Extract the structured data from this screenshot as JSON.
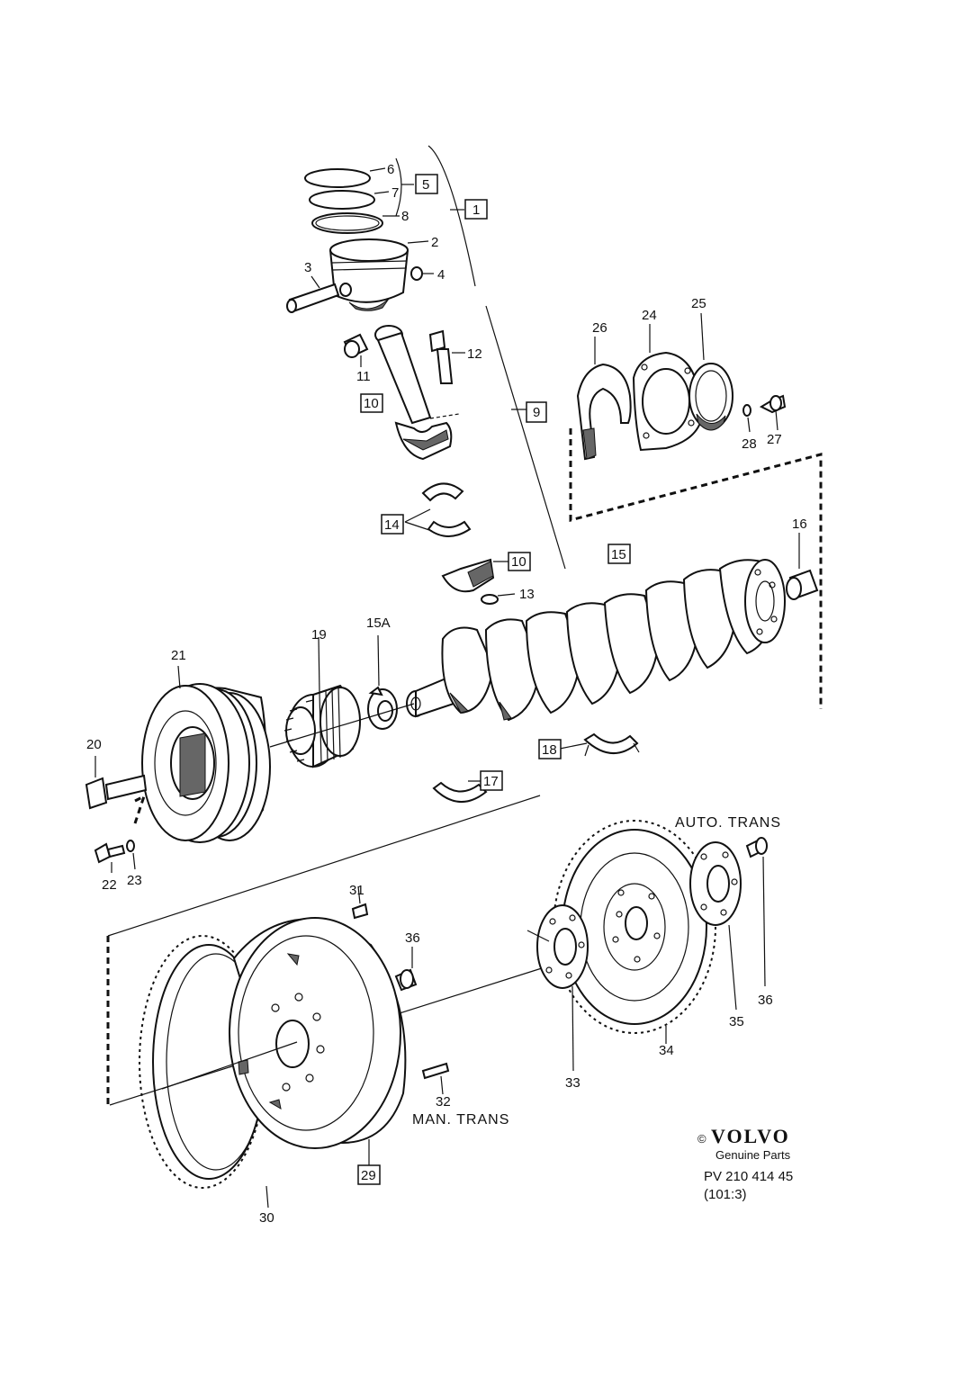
{
  "labels": {
    "l1": "1",
    "l2": "2",
    "l3": "3",
    "l4": "4",
    "l5": "5",
    "l6": "6",
    "l7": "7",
    "l8": "8",
    "l9": "9",
    "l10a": "10",
    "l10b": "10",
    "l11": "11",
    "l12": "12",
    "l13": "13",
    "l14": "14",
    "l15": "15",
    "l15a": "15A",
    "l16": "16",
    "l17": "17",
    "l18": "18",
    "l19": "19",
    "l20": "20",
    "l21": "21",
    "l22": "22",
    "l23": "23",
    "l24": "24",
    "l25": "25",
    "l26": "26",
    "l27": "27",
    "l28": "28",
    "l29": "29",
    "l30": "30",
    "l31": "31",
    "l32": "32",
    "l33": "33",
    "l34": "34",
    "l35": "35",
    "l36a": "36",
    "l36b": "36"
  },
  "captions": {
    "auto_trans": "AUTO. TRANS",
    "man_trans": "MAN. TRANS"
  },
  "brand": {
    "copyright": "©",
    "name": "VOLVO",
    "tagline": "Genuine Parts"
  },
  "reference": {
    "code": "PV 210  414 45",
    "page": "(101:3)"
  }
}
